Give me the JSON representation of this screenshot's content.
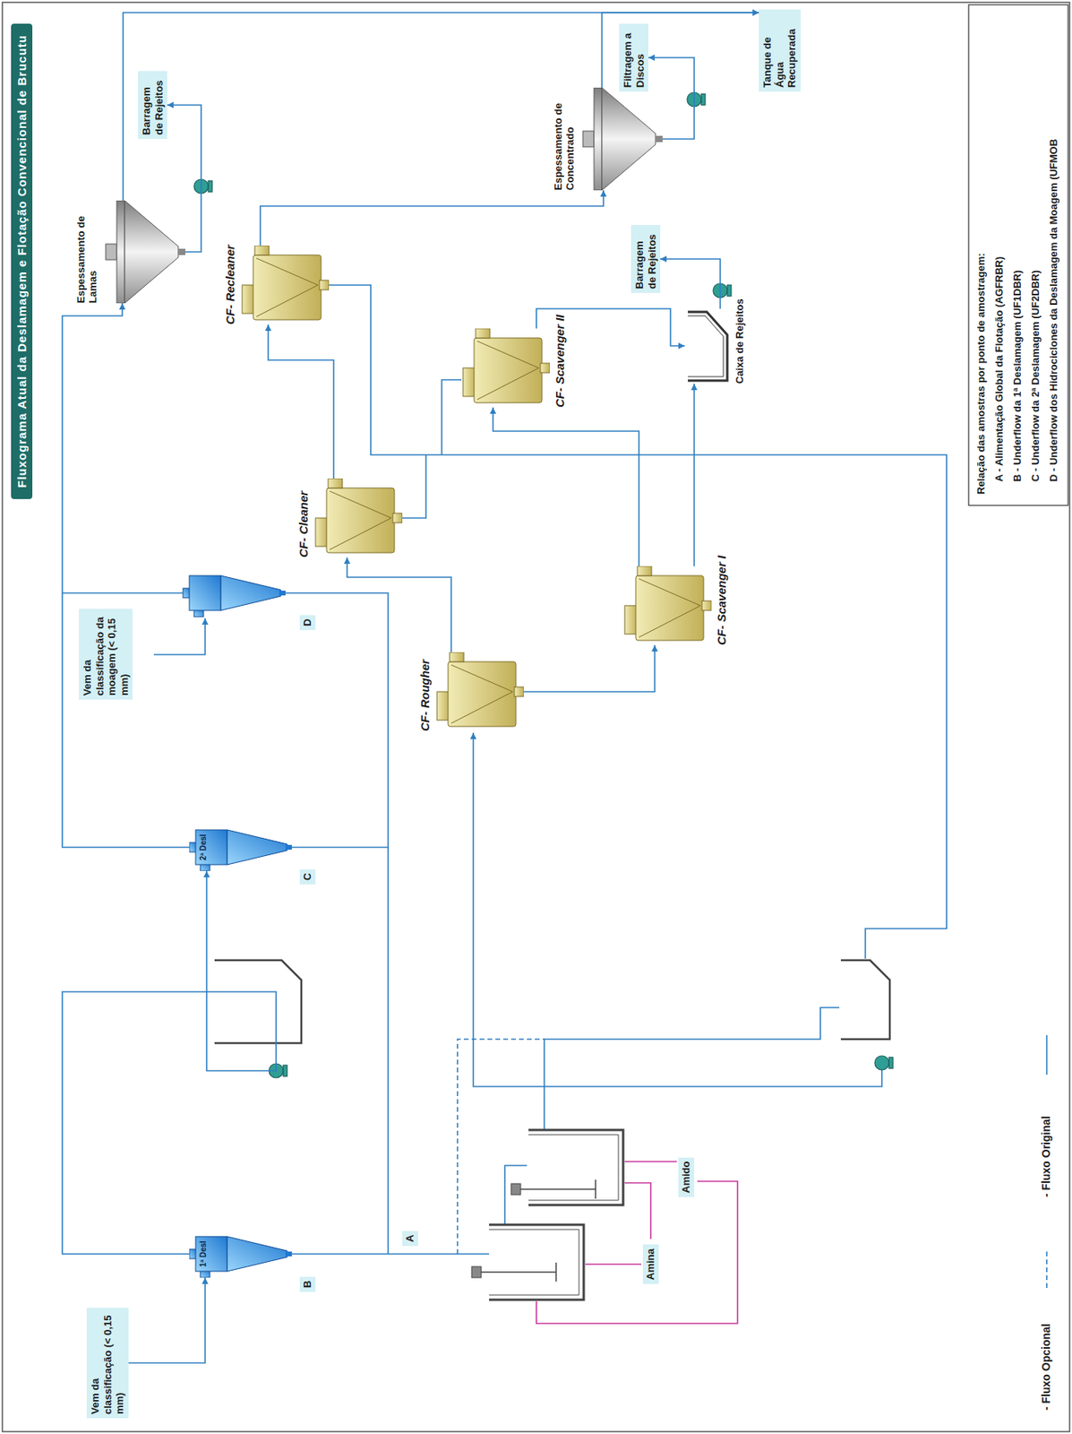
{
  "diagram": {
    "title": "Fluxograma Atual da Deslamagem e Flotação Convencional de Brucutu",
    "nodes": [
      {
        "text": [
          "Vem da classificação (< 0,15 mm)"
        ]
      },
      {
        "text": [
          "1ª Desl"
        ]
      },
      {
        "text": [
          "2ª Desl"
        ]
      },
      {
        "text": [
          "Vem da classificação da moagem (< 0,15 mm)"
        ]
      },
      {
        "text": [
          "Espessamento de Lamas"
        ]
      },
      {
        "text": [
          "Barragem de Rejeitos"
        ]
      },
      {
        "text": [
          "Tanque de Água Recuperada"
        ]
      },
      {
        "text": [
          "Espessamento de Concentrado"
        ]
      },
      {
        "text": [
          "Filtragem a Discos"
        ]
      },
      {
        "text": [
          "CF- Rougher"
        ]
      },
      {
        "text": [
          "CF- Cleaner"
        ]
      },
      {
        "text": [
          "CF- Recleaner"
        ]
      },
      {
        "text": [
          "CF- Scavenger I"
        ]
      },
      {
        "text": [
          "CF- Scavenger II"
        ]
      },
      {
        "text": [
          "Barragem de Rejeitos"
        ]
      },
      {
        "text": [
          "Caixa de Rejeitos"
        ]
      }
    ],
    "edges": [
      {
        "from": 0,
        "to": 1,
        "arrow": "to"
      },
      {
        "from": 1,
        "to": 2,
        "arrow": "to"
      },
      {
        "from": 2,
        "to": 4,
        "arrow": "to"
      },
      {
        "from": 4,
        "to": 5,
        "arrow": "to"
      },
      {
        "from": 4,
        "to": 6,
        "arrow": "to"
      },
      {
        "from": 7,
        "to": 6,
        "arrow": "to"
      },
      {
        "from": 7,
        "to": 8,
        "arrow": "to"
      },
      {
        "from": 9,
        "to": 10,
        "arrow": "to"
      },
      {
        "from": 9,
        "to": 12,
        "arrow": "to"
      },
      {
        "from": 10,
        "to": 11,
        "arrow": "to"
      },
      {
        "from": 12,
        "to": 13,
        "arrow": "to"
      },
      {
        "from": 11,
        "to": 7,
        "arrow": "to"
      },
      {
        "from": 12,
        "to": 15,
        "arrow": "to"
      },
      {
        "from": 13,
        "to": 15,
        "arrow": "to"
      },
      {
        "from": 15,
        "to": 14,
        "arrow": "to"
      }
    ],
    "labels": [
      "A",
      "B",
      "C",
      "D",
      "Amina",
      "Amido",
      "Relação das amostras por ponto de amostragem:",
      "A - Alimentação Global da Flotação (AGFRBR)",
      "B - Underflow da 1ª Deslamagem (UF1DBR)",
      "C - Underflow da 2ª Deslamagem (UF2DBR)",
      "D - Underflow dos Hidrociclones da Deslamagem da Moagem (UFMOB"
    ],
    "legend": [
      {
        "text": "- Fluxo Opcional"
      },
      {
        "text": "- Fluxo Original"
      }
    ]
  }
}
